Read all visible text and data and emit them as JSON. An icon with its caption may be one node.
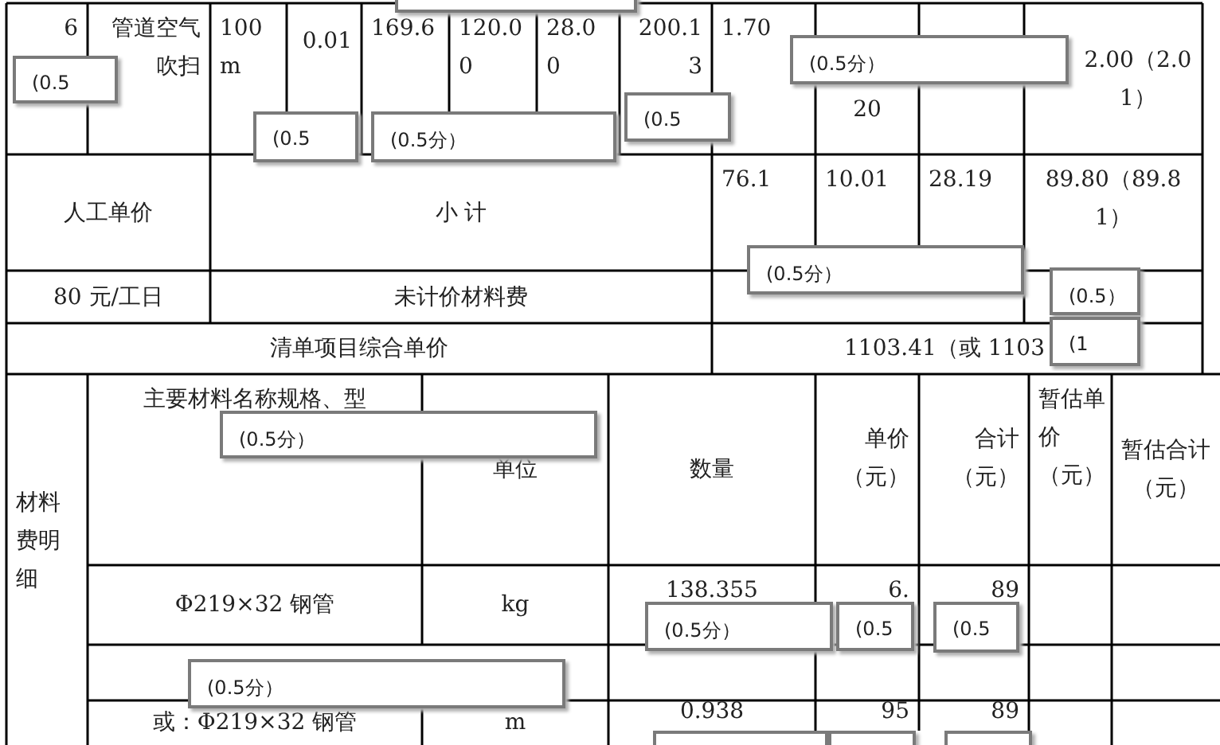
{
  "diagram": {
    "nodes": [
      {
        "text": [],
        "shape": "box"
      },
      {
        "text": [
          "(0.5分）"
        ]
      },
      {
        "text": [
          "(0.5"
        ]
      },
      {
        "text": [
          "(0.5"
        ]
      },
      {
        "text": [
          "(0.5"
        ]
      },
      {
        "text": [
          "(0.5分）"
        ]
      },
      {
        "text": [
          "(0.5分）"
        ]
      },
      {
        "text": [
          "(0.5）"
        ]
      },
      {
        "text": [
          "(1"
        ]
      },
      {
        "text": [
          "(0.5分）"
        ]
      },
      {
        "text": [
          "(0.5分）"
        ]
      },
      {
        "text": [
          "(0.5"
        ]
      },
      {
        "text": [
          "(0.5"
        ]
      },
      {
        "text": [
          "(0.5分）"
        ]
      },
      {
        "text": [],
        "shape": "box"
      },
      {
        "text": [],
        "shape": "box"
      },
      {
        "text": [],
        "shape": "box"
      }
    ],
    "labels": [
      "6",
      "管道空气吹扫",
      "100m",
      "0.01",
      "169.6",
      "120.00",
      "28.00",
      "200.13",
      "1.70",
      "20",
      "2.00（2.01）",
      "人工单价",
      "小 计",
      "76.1",
      "10.01",
      "28.19",
      "89.80（89.81）",
      "80 元/工日",
      "未计价材料费",
      "清单项目综合单价",
      "1103.41（或 1103",
      "材料费明细",
      "主要材料名称规格、型",
      "单位",
      "数量",
      "单价（元）",
      "合计（元）",
      "暂估单价（元）",
      "暂估合计（元）",
      "Φ219×32 钢管",
      "kg",
      "138.355",
      "6.",
      "89",
      "或：Φ219×32 钢管",
      "m",
      "0.938",
      "95",
      "89"
    ]
  }
}
